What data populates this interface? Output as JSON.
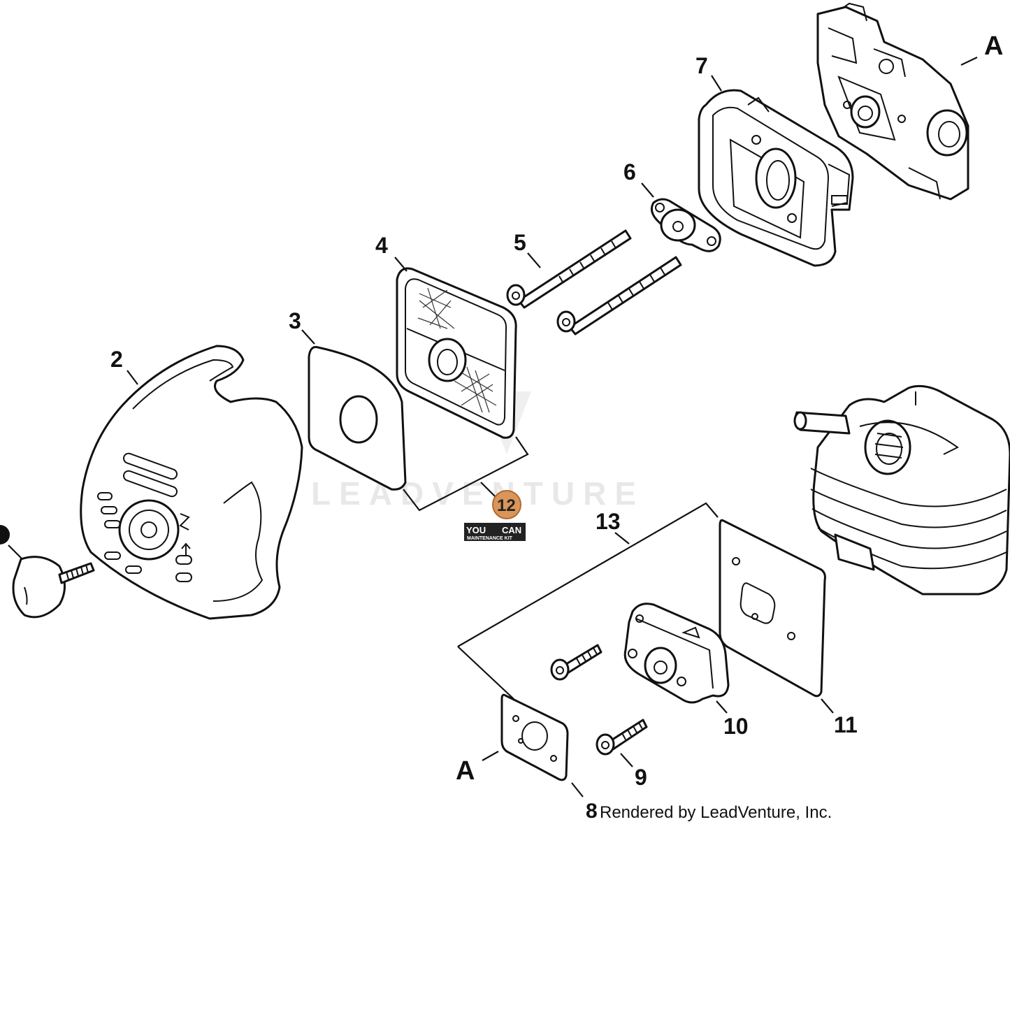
{
  "diagram": {
    "watermark": "LEADVENTURE",
    "credit_text": "Rendered by LeadVenture, Inc.",
    "callouts": {
      "p2": "2",
      "p3": "3",
      "p4": "4",
      "p5": "5",
      "p6": "6",
      "p7": "7",
      "p8": "8",
      "p9": "9",
      "p10": "10",
      "p11": "11",
      "p12": "12",
      "p13": "13",
      "a_top": "A",
      "a_bottom": "A"
    },
    "kit_badge": {
      "line1": "YOU",
      "line2": "CAN",
      "line3": "MAINTENANCE KIT",
      "color": "#d9955a"
    }
  }
}
